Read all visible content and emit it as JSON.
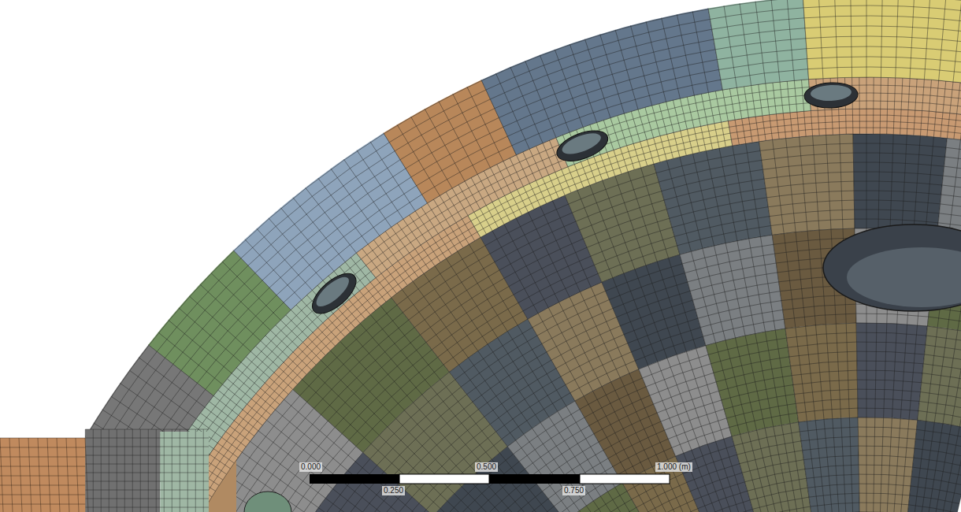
{
  "diagram": {
    "labels": [
      "0.000",
      "0.250",
      "0.500",
      "0.750",
      "1.000 (m)"
    ]
  }
}
